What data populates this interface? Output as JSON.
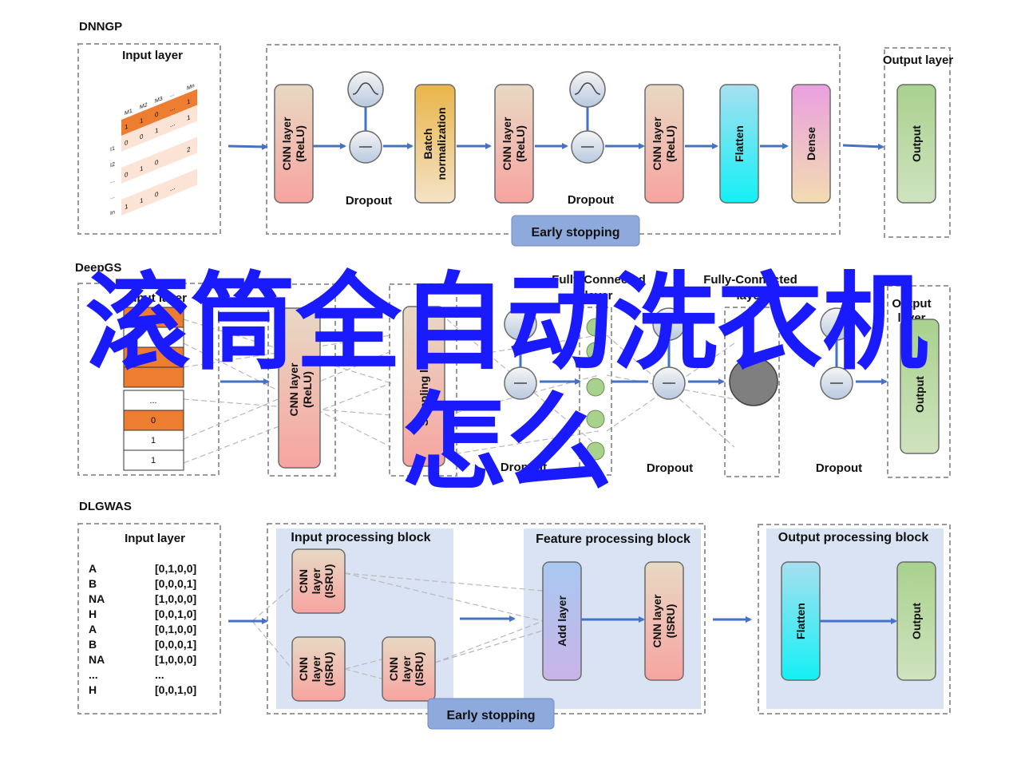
{
  "panels": {
    "dnngp": {
      "title": "DNNGP",
      "input_label": "Input layer",
      "matrix_headers": [
        "M1",
        "M2",
        "M3",
        "...",
        "Mn"
      ],
      "matrix_rows": [
        [
          "1",
          "1",
          "0",
          "...",
          "1"
        ],
        [
          "0",
          "0",
          "1",
          "...",
          "1"
        ],
        [
          "...",
          "...",
          "...",
          "...",
          "..."
        ],
        [
          "0",
          "1",
          "0",
          "...",
          "2"
        ],
        [
          "...",
          "...",
          "...",
          "...",
          "..."
        ],
        [
          "1",
          "1",
          "0",
          "...",
          "0"
        ]
      ],
      "row_labels": [
        "I1",
        "I2",
        "...",
        "...",
        "In"
      ],
      "layers": [
        "CNN layer\n(ReLU)",
        "Batch\nnormalization",
        "CNN layer\n(ReLU)",
        "CNN layer\n(ReLU)",
        "Flatten",
        "Dense",
        "Output"
      ],
      "dropout_label": "Dropout",
      "early_stopping": "Early stopping",
      "output_group_label": "Output\nlayer"
    },
    "deepgs": {
      "title": "DeepGS",
      "input_label": "Input layer",
      "column_values": [
        "",
        "",
        "",
        "",
        "...",
        "0",
        "1",
        "1"
      ],
      "layers": [
        "CNN layer\n(ReLU)",
        "Sampling layer",
        "Output"
      ],
      "fc_label_1": "Fully-Connected\nlayer",
      "fc_label_2": "Fully-Connected\nlayer",
      "dropout_label": "Dropout",
      "output_group_label": "Output\nlayer"
    },
    "dlgwas": {
      "title": "DLGWAS",
      "input_label": "Input layer",
      "encodings": [
        [
          "A",
          "[0,1,0,0]"
        ],
        [
          "B",
          "[0,0,0,1]"
        ],
        [
          "NA",
          "[1,0,0,0]"
        ],
        [
          "H",
          "[0,0,1,0]"
        ],
        [
          "A",
          "[0,1,0,0]"
        ],
        [
          "B",
          "[0,0,0,1]"
        ],
        [
          "NA",
          "[1,0,0,0]"
        ],
        [
          "...",
          "..."
        ],
        [
          "H",
          "[0,0,1,0]"
        ]
      ],
      "input_block": "Input processing block",
      "feature_block": "Feature processing block",
      "output_block": "Output processing block",
      "layers": [
        "CNN\nlayer\n(ISRU)",
        "CNN\nlayer\n(ISRU)",
        "CNN\nlayer\n(ISRU)",
        "Add layer",
        "CNN layer\n(ISRU)",
        "Flatten",
        "Output"
      ],
      "early_stopping": "Early stopping"
    }
  },
  "watermark": {
    "line1": "滚筒全自动洗衣机",
    "line2": "怎么"
  },
  "colors": {
    "arrow": "#4472c4",
    "cnn": "#f4a6a0",
    "batchnorm": "#e7b84c",
    "flatten": "#2de6f5",
    "dense": "#ec9bd4",
    "output": "#a9d18e",
    "add": "#b4b4e8",
    "early_stopping": "#8ea9db",
    "block_bg": "#dae3f3",
    "orange": "#ed7d31",
    "watermark": "#1a1aff"
  }
}
